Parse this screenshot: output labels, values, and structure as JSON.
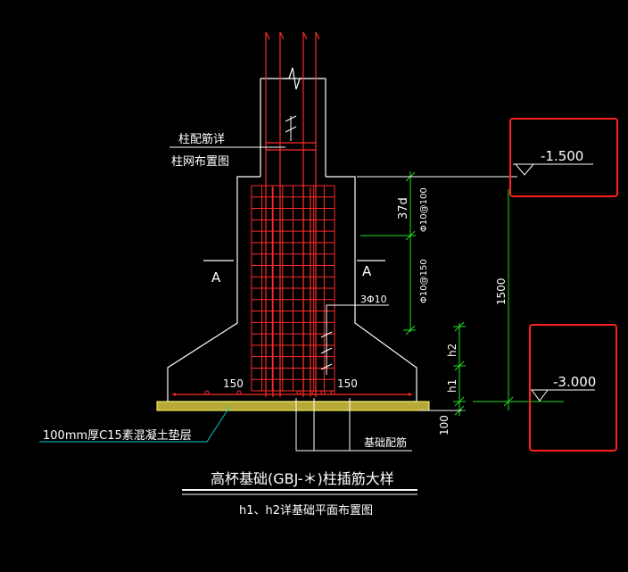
{
  "colors": {
    "background": "#000000",
    "outline": "#ffffff",
    "rebar": "#ff2a2a",
    "dimension": "#22dd22",
    "leader_cyan": "#00cccc",
    "cushion_fill": "#b8a838",
    "cushion_stroke": "#ffff66",
    "highlight_box": "#ff2020"
  },
  "labels": {
    "column_rebar_note_line1": "柱配筋详",
    "column_rebar_note_line2": "柱网布置图",
    "section_left": "A",
    "section_right": "A",
    "cover_left": "150",
    "cover_right": "150",
    "stirrup_top": "Φ10@100",
    "stirrup_mid": "Φ10@150",
    "stirrup_3": "3Φ10",
    "anchor_length": "37d",
    "cushion_note": "100mm厚C15素混凝土垫层",
    "base_rebar_note": "基础配筋",
    "title": "高杯基础(GBJ-＊)柱插筋大样",
    "subtitle": "h1、h2详基础平面布置图"
  },
  "dimensions": {
    "h1": "h1",
    "h2": "h2",
    "cushion_thk": "100",
    "depth_total": "1500"
  },
  "elevations": {
    "top": "-1.500",
    "bottom": "-3.000"
  }
}
